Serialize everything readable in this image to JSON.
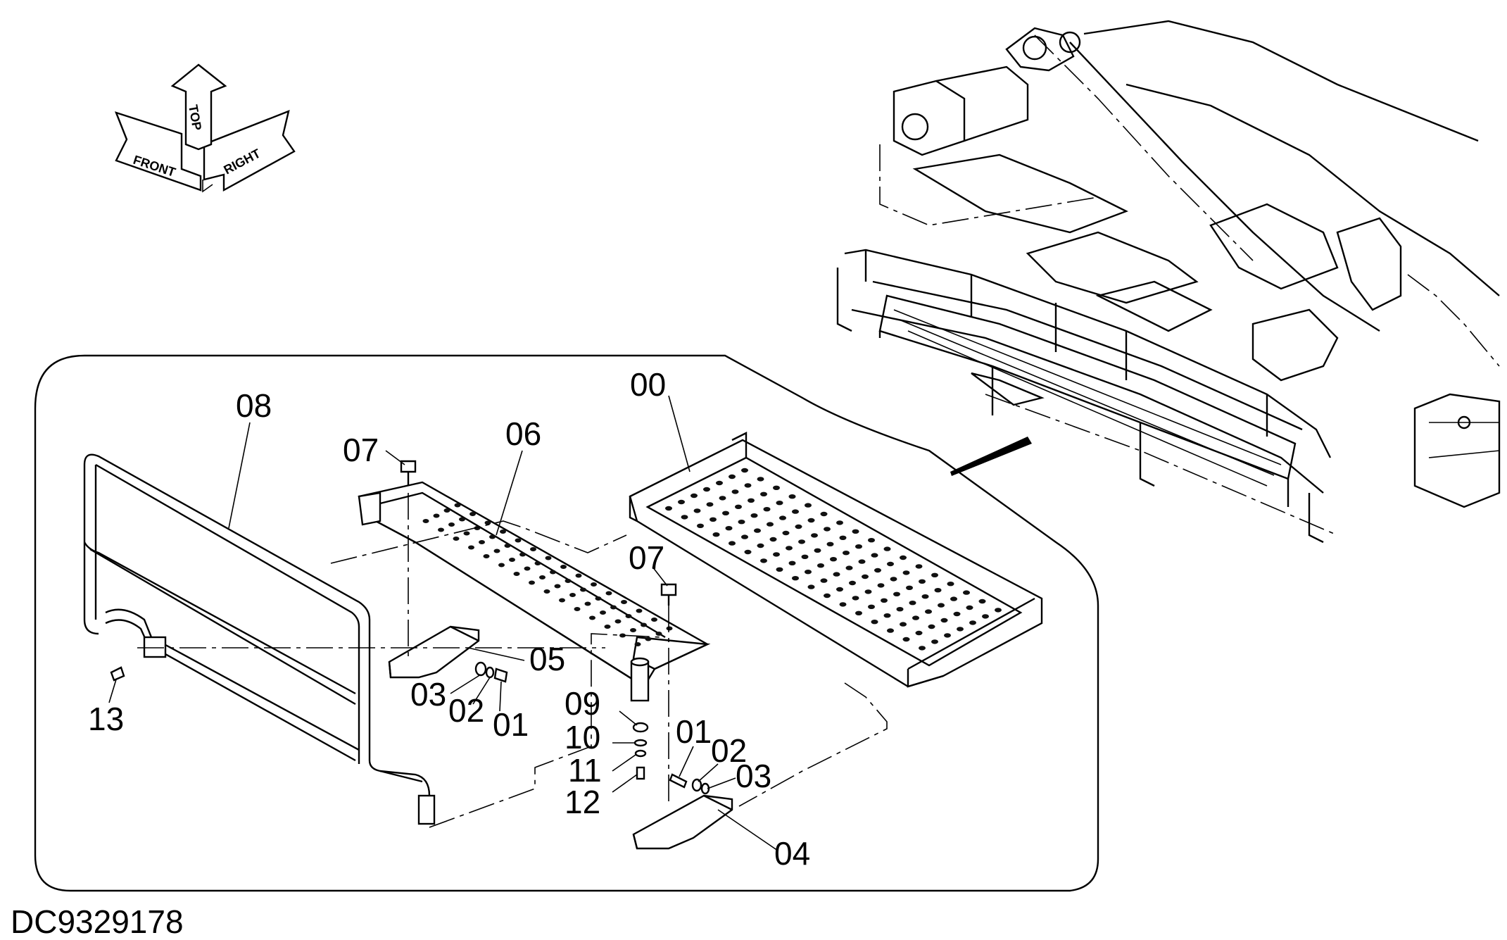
{
  "diagram": {
    "document_id": "DC9329178",
    "orientation_labels": {
      "front": "FRONT",
      "top": "TOP",
      "right": "RIGHT"
    },
    "part_labels": [
      "00",
      "06",
      "08",
      "07",
      "07",
      "05",
      "03",
      "02",
      "01",
      "09",
      "10",
      "11",
      "12",
      "01",
      "02",
      "03",
      "04",
      "13"
    ]
  }
}
